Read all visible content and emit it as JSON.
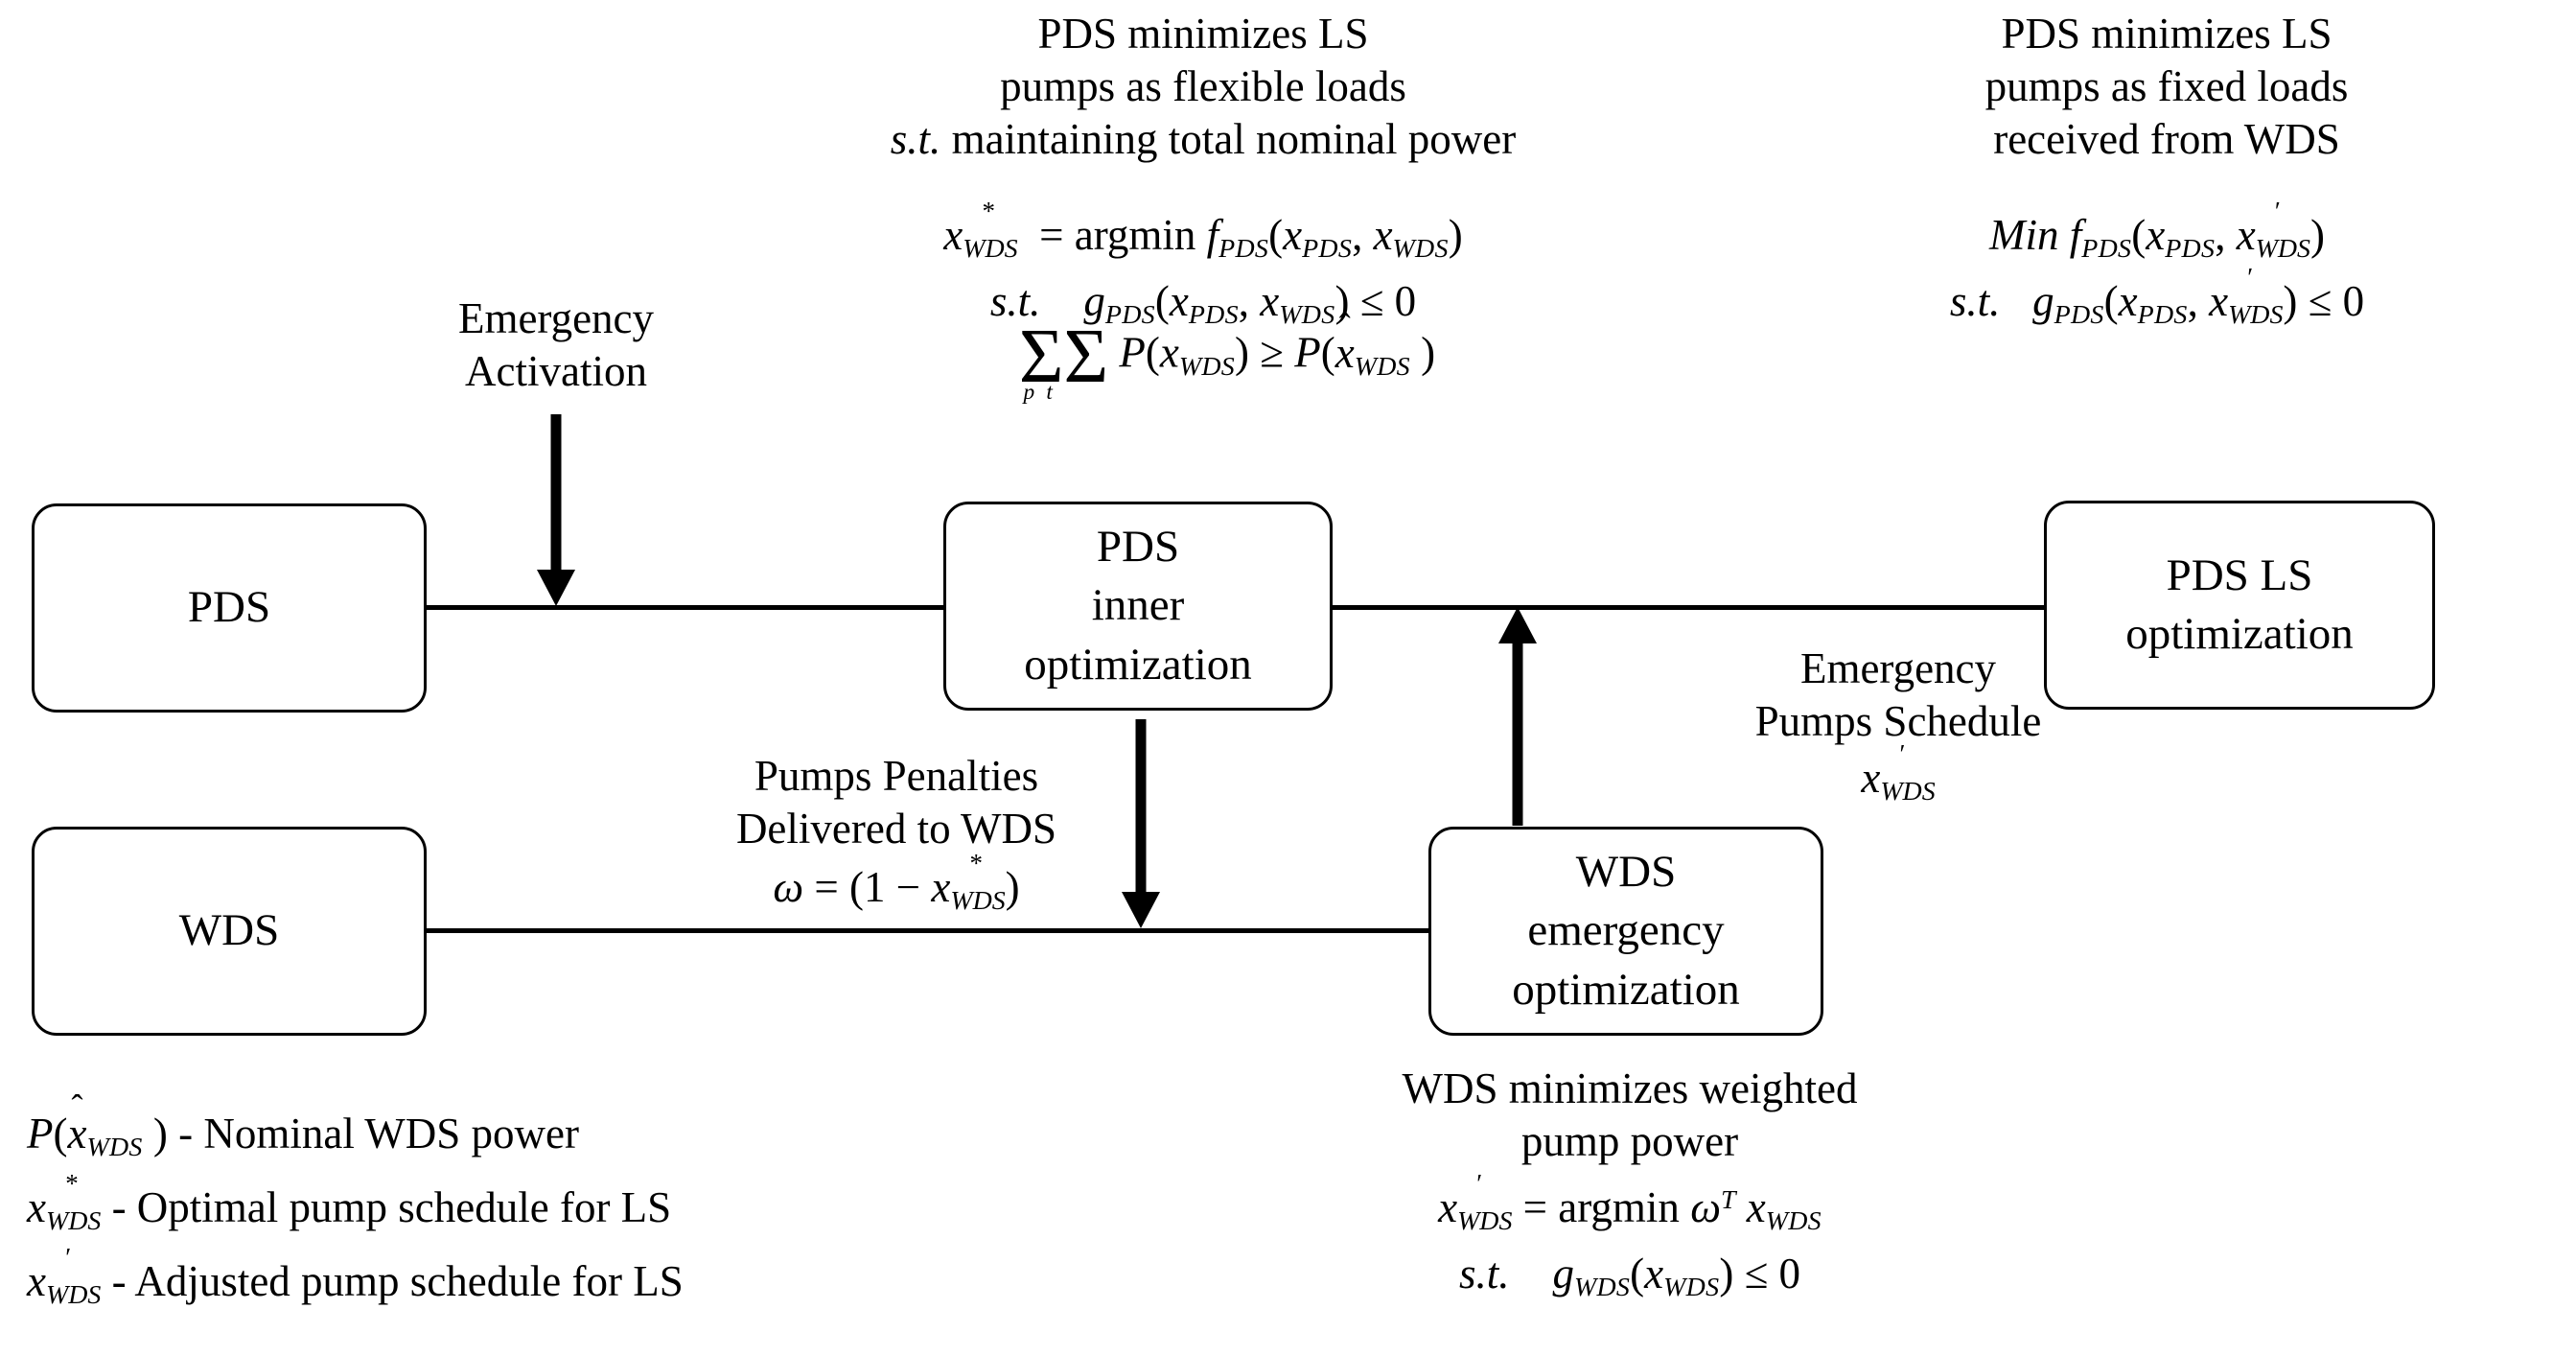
{
  "diagram": {
    "title": "PDS-WDS emergency co-optimization flow",
    "line_color": "#000000",
    "box_border_color": "#000000",
    "background": "#ffffff"
  },
  "boxes": {
    "pds": {
      "lines": [
        "PDS"
      ]
    },
    "wds": {
      "lines": [
        "WDS"
      ]
    },
    "pds_inner": {
      "lines": [
        "PDS",
        "inner",
        "optimization"
      ]
    },
    "wds_emergency": {
      "lines": [
        "WDS",
        "emergency",
        "optimization"
      ]
    },
    "pds_ls": {
      "lines": [
        "PDS LS",
        "optimization"
      ]
    }
  },
  "annotations": {
    "emergency_activation": {
      "lines": [
        "Emergency",
        "Activation"
      ]
    },
    "pds_inner_desc": {
      "lines": [
        "PDS minimizes LS",
        "pumps as flexible loads",
        "s.t. maintaining total nominal power"
      ],
      "equations": [
        "x*_WDS = argmin f_PDS(x_PDS, x_WDS)",
        "s.t.  g_PDS(x_PDS, x_WDS) <= 0",
        "sum_p sum_t P(x_WDS) >= P(x^_WDS )"
      ]
    },
    "pds_ls_desc": {
      "lines": [
        "PDS minimizes LS",
        "pumps as fixed loads",
        "received from WDS"
      ],
      "equations": [
        "Min f_PDS(x_PDS, x'_WDS)",
        "s.t.  g_PDS(x_PDS, x'_WDS) <= 0"
      ]
    },
    "pumps_penalties": {
      "lines": [
        "Pumps Penalties",
        "Delivered to WDS"
      ],
      "equation": "omega = (1 - x*_WDS)"
    },
    "emergency_pumps_schedule": {
      "lines": [
        "Emergency",
        "Pumps Schedule"
      ],
      "equation": "x'_WDS"
    },
    "wds_desc": {
      "lines": [
        "WDS minimizes weighted",
        "pump power"
      ],
      "equations": [
        "x'_WDS = argmin omega^T x_WDS",
        "s.t.  g_WDS(x_WDS) <= 0"
      ]
    }
  },
  "legend": {
    "items": [
      {
        "symbol": "P(x^_WDS )",
        "description": "- Nominal WDS power"
      },
      {
        "symbol": "x*_WDS",
        "description": "- Optimal pump schedule for LS"
      },
      {
        "symbol": "x'_WDS",
        "description": "- Adjusted pump schedule for LS"
      }
    ]
  }
}
